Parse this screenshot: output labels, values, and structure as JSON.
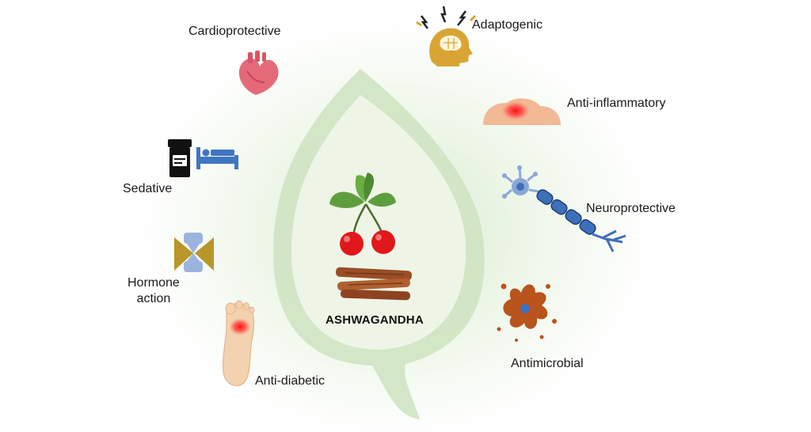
{
  "center": {
    "title": "ASHWAGANDHA"
  },
  "properties": [
    {
      "key": "cardioprotective",
      "label": "Cardioprotective"
    },
    {
      "key": "adaptogenic",
      "label": "Adaptogenic"
    },
    {
      "key": "anti_inflammatory",
      "label": "Anti-inflammatory"
    },
    {
      "key": "neuroprotective",
      "label": "Neuroprotective"
    },
    {
      "key": "antimicrobial",
      "label": "Antimicrobial"
    },
    {
      "key": "anti_diabetic",
      "label": "Anti-diabetic"
    },
    {
      "key": "hormone_action",
      "label": "Hormone\naction"
    },
    {
      "key": "sedative",
      "label": "Sedative"
    }
  ],
  "icons": {
    "cardioprotective": "heart-icon",
    "adaptogenic": "brain-head-icon",
    "anti_inflammatory": "inflamed-skin-icon",
    "neuroprotective": "neuron-icon",
    "antimicrobial": "microbe-icon",
    "anti_diabetic": "foot-icon",
    "hormone_action": "gland-icon",
    "sedative": "pill-bottle-bed-icon",
    "center_leaf": "leaf-outline-icon",
    "center_berries": "cherry-berries-icon",
    "center_roots": "root-sticks-icon"
  },
  "colors": {
    "leaf": "#cfe3c2",
    "berry": "#e0181c",
    "berry_leaf": "#5f9e3e",
    "root": "#a0522d",
    "heart": "#e46a7a",
    "brain": "#d8a534",
    "skin": "#f2b995",
    "inflammation": "#ff2020",
    "neuron": "#3f6fb8",
    "microbe": "#b8541c",
    "foot": "#f3d2b0",
    "gland_gold": "#b9962a",
    "gland_blue": "#9bb4dd",
    "sedative_black": "#111111",
    "sedative_blue": "#3f76c2"
  }
}
